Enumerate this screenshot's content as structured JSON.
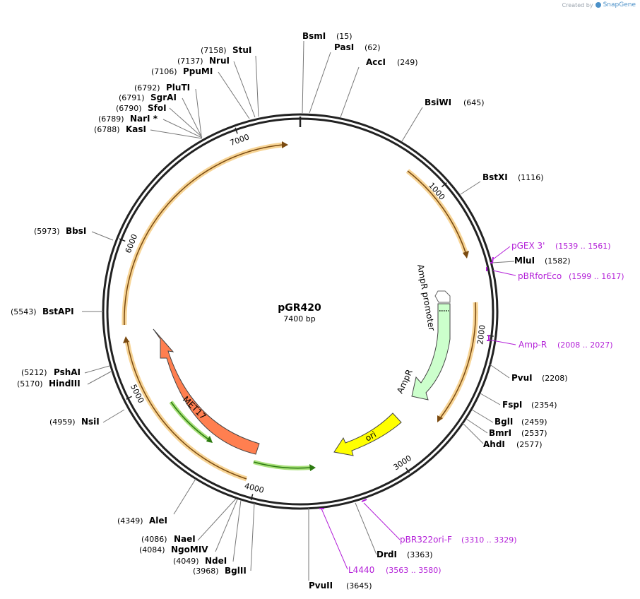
{
  "credit": {
    "prefix": "Created by",
    "brand": "SnapGene"
  },
  "plasmid": {
    "name": "pGR420",
    "length_label": "7400 bp",
    "length": 7400
  },
  "ticks": [
    "1000",
    "2000",
    "3000",
    "4000",
    "5000",
    "6000",
    "7000"
  ],
  "sites": [
    {
      "name": "BsmI",
      "pos": "(15)"
    },
    {
      "name": "PasI",
      "pos": "(62)"
    },
    {
      "name": "AccI",
      "pos": "(249)"
    },
    {
      "name": "BsiWI",
      "pos": "(645)"
    },
    {
      "name": "BstXI",
      "pos": "(1116)"
    },
    {
      "name": "MluI",
      "pos": "(1582)"
    },
    {
      "name": "PvuI",
      "pos": "(2208)"
    },
    {
      "name": "FspI",
      "pos": "(2354)"
    },
    {
      "name": "BglI",
      "pos": "(2459)"
    },
    {
      "name": "BmrI",
      "pos": "(2537)"
    },
    {
      "name": "AhdI",
      "pos": "(2577)"
    },
    {
      "name": "DrdI",
      "pos": "(3363)"
    },
    {
      "name": "PvuII",
      "pos": "(3645)"
    },
    {
      "name": "BglII",
      "pos": "(3968)"
    },
    {
      "name": "NdeI",
      "pos": "(4049)"
    },
    {
      "name": "NgoMIV",
      "pos": "(4084)"
    },
    {
      "name": "NaeI",
      "pos": "(4086)"
    },
    {
      "name": "AleI",
      "pos": "(4349)"
    },
    {
      "name": "NsiI",
      "pos": "(4959)"
    },
    {
      "name": "HindIII",
      "pos": "(5170)"
    },
    {
      "name": "PshAI",
      "pos": "(5212)"
    },
    {
      "name": "BstAPI",
      "pos": "(5543)"
    },
    {
      "name": "BbsI",
      "pos": "(5973)"
    },
    {
      "name": "KasI",
      "pos": "(6788)"
    },
    {
      "name": "NarI *",
      "pos": "(6789)"
    },
    {
      "name": "SfoI",
      "pos": "(6790)"
    },
    {
      "name": "SgrAI",
      "pos": "(6791)"
    },
    {
      "name": "PluTI",
      "pos": "(6792)"
    },
    {
      "name": "PpuMI",
      "pos": "(7106)"
    },
    {
      "name": "NruI",
      "pos": "(7137)"
    },
    {
      "name": "StuI",
      "pos": "(7158)"
    }
  ],
  "primers": [
    {
      "name": "pGEX 3'",
      "range": "(1539 .. 1561)"
    },
    {
      "name": "pBRforEco",
      "range": "(1599 .. 1617)"
    },
    {
      "name": "Amp-R",
      "range": "(2008 .. 2027)"
    },
    {
      "name": "pBR322ori-F",
      "range": "(3310 .. 3329)"
    },
    {
      "name": "L4440",
      "range": "(3563 .. 3580)"
    }
  ],
  "features": [
    {
      "name": "AmpR promoter",
      "color": "#ffffff"
    },
    {
      "name": "AmpR",
      "color": "#ccffcc"
    },
    {
      "name": "ori",
      "color": "#ffff00"
    },
    {
      "name": "MET17",
      "color": "#ff7f50"
    }
  ],
  "colors": {
    "primer": "#b31fd8",
    "orf": "#e8a33a",
    "backbone": "#222222"
  }
}
